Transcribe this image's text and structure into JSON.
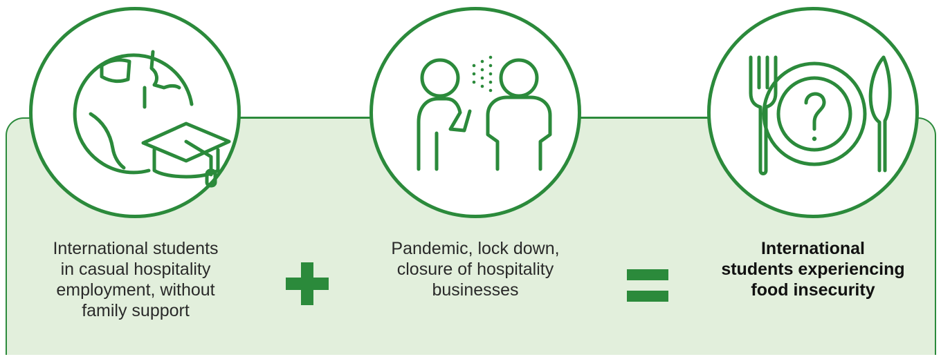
{
  "colors": {
    "accent": "#2b8a3b",
    "panel": "#e2efdc",
    "text": "#2a2a2a"
  },
  "items": [
    {
      "icon": "globe-graduation-cap-icon",
      "lines": [
        "International students",
        "in casual hospitality",
        "employment, without",
        "family support"
      ]
    },
    {
      "icon": "people-cough-icon",
      "lines": [
        "Pandemic, lock down,",
        "closure of hospitality",
        "businesses"
      ]
    },
    {
      "icon": "plate-question-icon",
      "lines": [
        "International",
        "students experiencing",
        "food insecurity"
      ]
    }
  ],
  "operators": {
    "first": "plus-icon",
    "second": "equals-icon"
  }
}
